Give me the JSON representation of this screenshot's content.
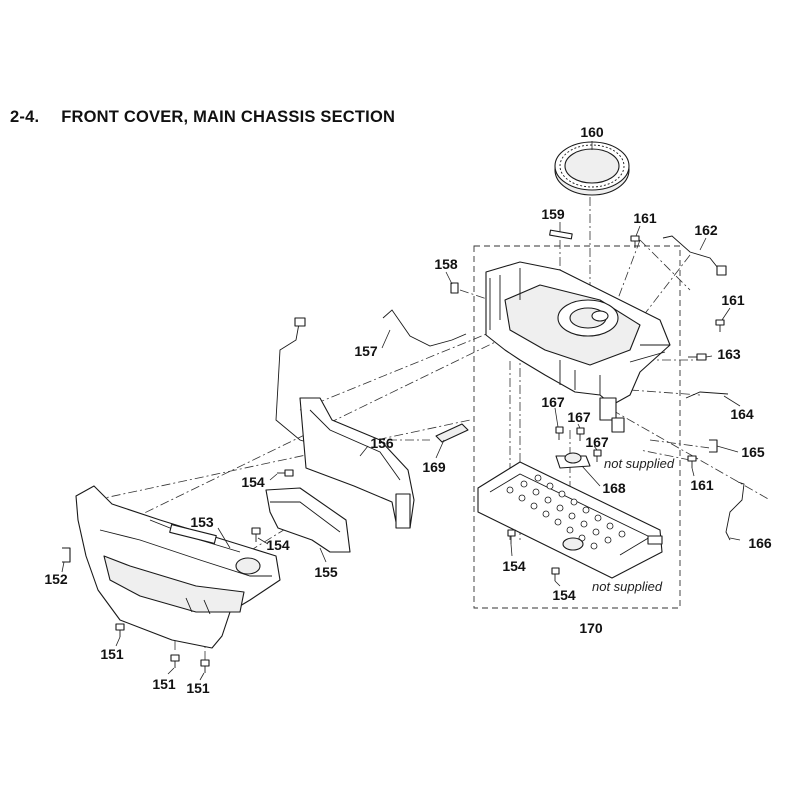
{
  "section": {
    "number": "2-4.",
    "title": "FRONT COVER, MAIN CHASSIS SECTION"
  },
  "callouts": {
    "p151": "151",
    "p152": "152",
    "p153": "153",
    "p154": "154",
    "p155": "155",
    "p156": "156",
    "p157": "157",
    "p158": "158",
    "p159": "159",
    "p160": "160",
    "p161": "161",
    "p162": "162",
    "p163": "163",
    "p164": "164",
    "p165": "165",
    "p166": "166",
    "p167": "167",
    "p168": "168",
    "p169": "169",
    "p170": "170"
  },
  "notes": {
    "not_supplied": "not supplied"
  }
}
